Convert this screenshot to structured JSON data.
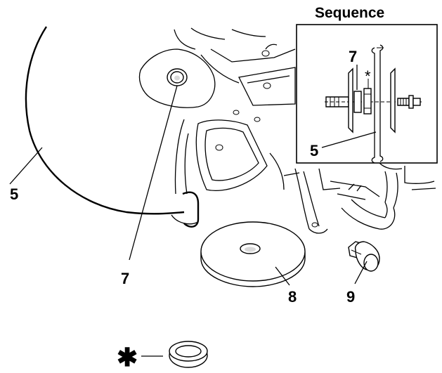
{
  "figure": {
    "inset_title": "Sequence",
    "callouts": {
      "blade": "5",
      "blade_inset": "5",
      "nut": "7",
      "nut_inset": "7",
      "washer": "8",
      "bolt": "9"
    },
    "asterisk_symbol": "✱",
    "asterisk_inset": "*"
  }
}
